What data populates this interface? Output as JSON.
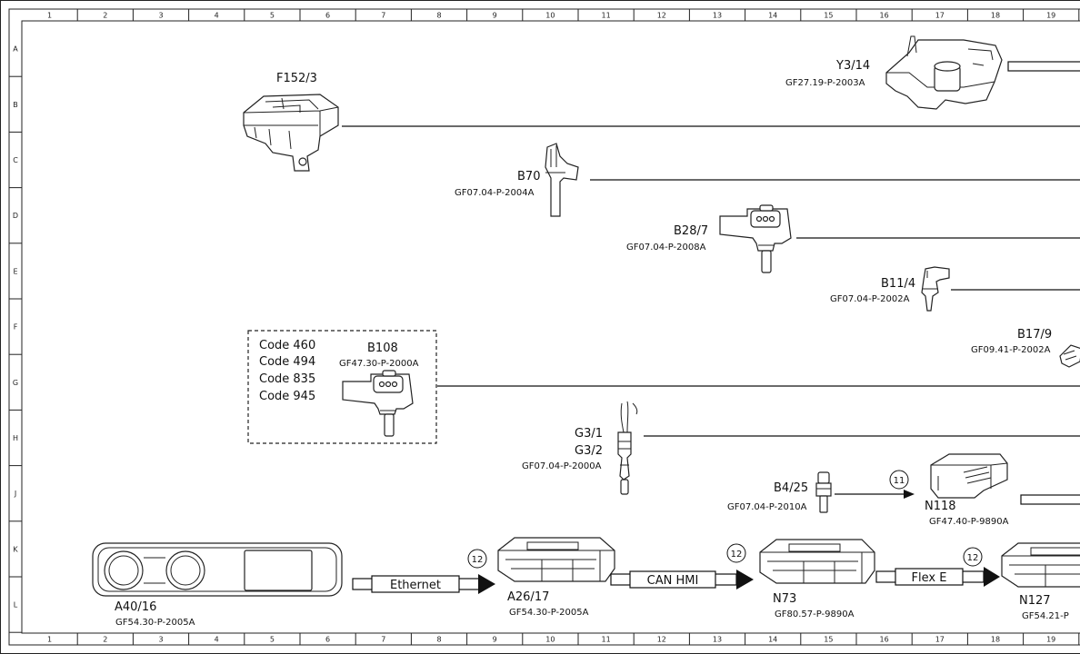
{
  "grid": {
    "columns": [
      "1",
      "2",
      "3",
      "4",
      "5",
      "6",
      "7",
      "8",
      "9",
      "10",
      "11",
      "12",
      "13",
      "14",
      "15",
      "16",
      "17",
      "18",
      "19"
    ],
    "rows": [
      "A",
      "B",
      "C",
      "D",
      "E",
      "F",
      "G",
      "H",
      "J",
      "K",
      "L"
    ]
  },
  "components": {
    "f152_3": {
      "name": "F152/3"
    },
    "y3_14": {
      "name": "Y3/14",
      "ref": "GF27.19-P-2003A"
    },
    "b70": {
      "name": "B70",
      "ref": "GF07.04-P-2004A"
    },
    "b28_7": {
      "name": "B28/7",
      "ref": "GF07.04-P-2008A"
    },
    "b11_4": {
      "name": "B11/4",
      "ref": "GF07.04-P-2002A"
    },
    "b17_9": {
      "name": "B17/9",
      "ref": "GF09.41-P-2002A"
    },
    "b108": {
      "name": "B108",
      "ref": "GF47.30-P-2000A",
      "codes": [
        "Code 460",
        "Code 494",
        "Code 835",
        "Code 945"
      ]
    },
    "g3": {
      "name1": "G3/1",
      "name2": "G3/2",
      "ref": "GF07.04-P-2000A"
    },
    "b4_25": {
      "name": "B4/25",
      "ref": "GF07.04-P-2010A"
    },
    "n118": {
      "name": "N118",
      "ref": "GF47.40-P-9890A"
    },
    "a40_16": {
      "name": "A40/16",
      "ref": "GF54.30-P-2005A"
    },
    "a26_17": {
      "name": "A26/17",
      "ref": "GF54.30-P-2005A"
    },
    "n73": {
      "name": "N73",
      "ref": "GF80.57-P-9890A"
    },
    "n127": {
      "name": "N127",
      "ref": "GF54.21-P"
    }
  },
  "buses": {
    "ethernet": "Ethernet",
    "can_hmi": "CAN HMI",
    "flex_e": "Flex E"
  },
  "markers": {
    "m11": "11",
    "m12": "12"
  }
}
